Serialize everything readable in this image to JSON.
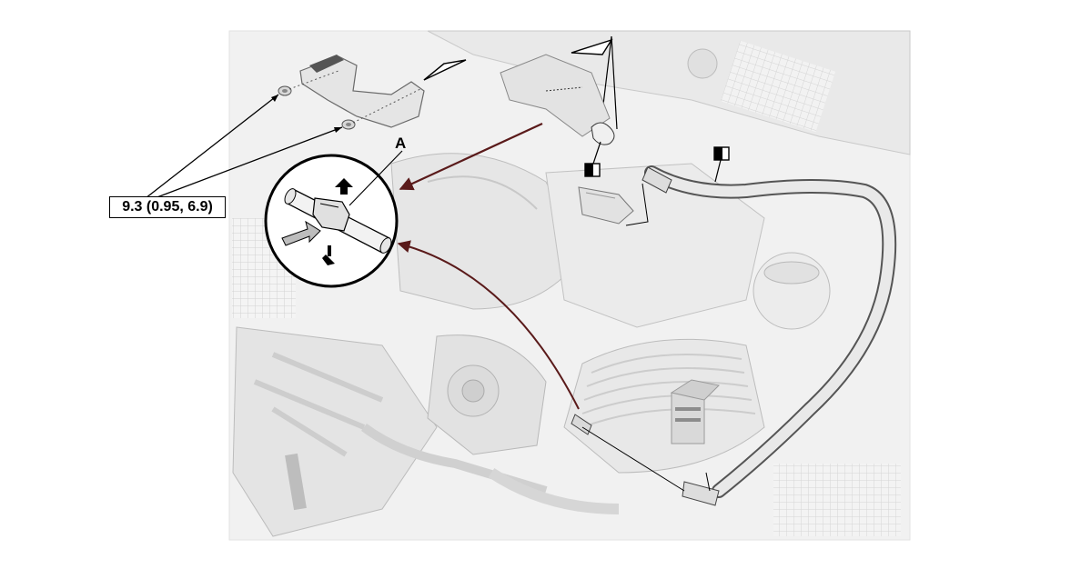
{
  "diagram": {
    "torque_spec": "9.3 (0.95, 6.9)",
    "callout_letter": "A"
  },
  "colors": {
    "background": "#ffffff",
    "engine_fill": "#ececec",
    "engine_line": "#bdbdbd",
    "ink": "#000000",
    "arrow_dark": "#5a1a1a"
  },
  "icons": {
    "connector_marker": "black-white-square-marker",
    "pointer": "triangle-pointer"
  }
}
